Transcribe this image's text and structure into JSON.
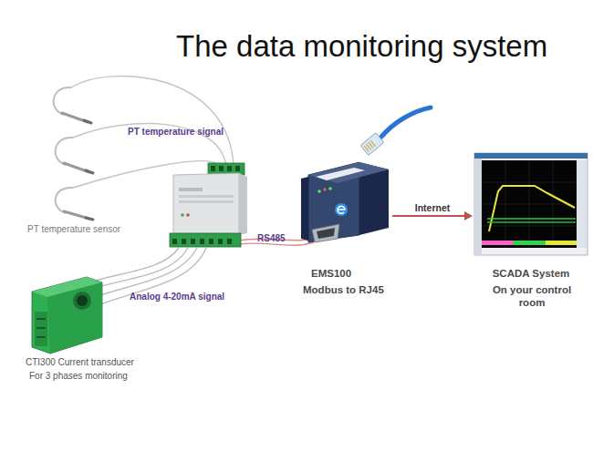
{
  "diagram": {
    "title": "The data monitoring system",
    "nodes": [
      {
        "text": [
          "PT temperature sensor"
        ]
      },
      {
        "text": [
          "CTI300 Current transducer",
          "For 3 phases monitoring"
        ]
      },
      {
        "text": [
          "EMS100",
          "Modbus to RJ45"
        ]
      },
      {
        "text": [
          "SCADA System",
          "On your control room"
        ]
      }
    ],
    "edges": [
      {
        "from": 2,
        "to": 3,
        "label": "Internet",
        "arrow": "to"
      }
    ],
    "labels": [
      "PT temperature signal",
      "RS485",
      "Analog 4-20mA signal"
    ]
  }
}
